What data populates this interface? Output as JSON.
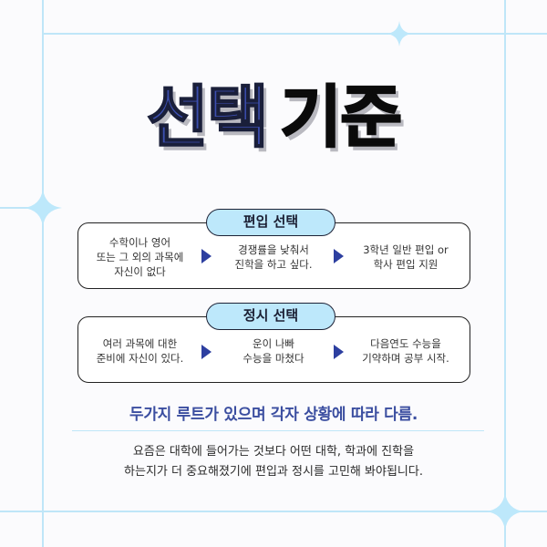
{
  "title": {
    "part1": "선택",
    "part2": "기준",
    "part1_color": "#3c4fb0",
    "part2_color": "#0b0b0b"
  },
  "sections": [
    {
      "label": "편입 선택",
      "steps": [
        "수학이나 영어\n또는 그 외의 과목에\n자신이 없다",
        "경쟁률을 낮춰서\n진학을 하고 싶다.",
        "3학년 일반 편입 or\n학사 편입 지원"
      ]
    },
    {
      "label": "정시 선택",
      "steps": [
        "여러 과목에 대한\n준비에 자신이 있다.",
        "운이 나빠\n수능을 마쳤다",
        "다음연도 수능을\n기약하며 공부 시작."
      ]
    }
  ],
  "icons": {
    "arrow": "triangle-right-icon",
    "sparkle": "sparkle-icon"
  },
  "subheading": "두가지 루트가 있으며 각자 상황에 따라 다름.",
  "body": "요즘은 대학에 들어가는 것보다 어떤 대학, 학과에 진학을\n하는지가 더 중요해졌기에 편입과 정시를 고민해 봐야됩니다.",
  "colors": {
    "accent": "#3b4ea0",
    "pill_fill": "#bde8fb",
    "frame": "#bfe6f8",
    "arrow": "#2d3fa0"
  }
}
